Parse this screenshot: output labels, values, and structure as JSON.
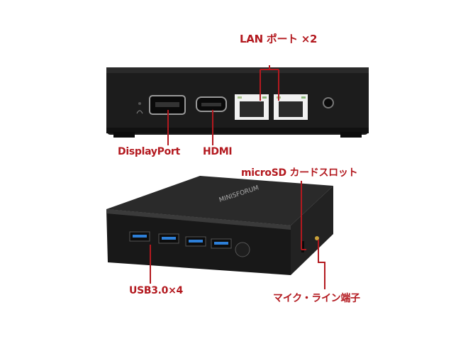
{
  "brand_logo": "MINISFORUM",
  "labels": {
    "lan": "LAN ポート ×2",
    "displayport": "DisplayPort",
    "hdmi": "HDMI",
    "microsd": "microSD カードスロット",
    "usb": "USB3.0×4",
    "audio": "マイク・ライン端子"
  },
  "colors": {
    "label": "#b3191f",
    "device": "#1b1b1b",
    "usb_port": "#2d7fd8"
  }
}
